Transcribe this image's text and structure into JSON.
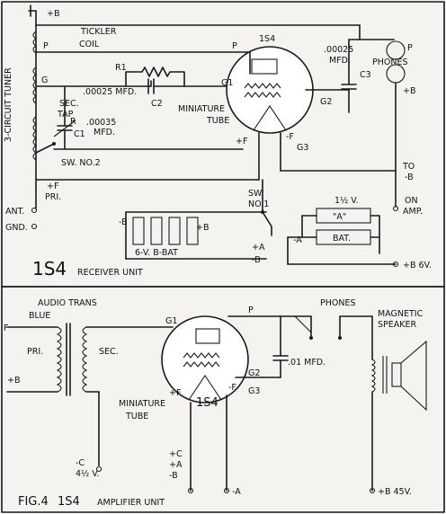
{
  "receiver": {
    "tuner_label": "3-CIRCUIT TUNER",
    "plus_b_top": "+B",
    "tickler_label": "TICKLER",
    "coil_label": "COIL",
    "p_left": "P",
    "p_tube": "P",
    "g_left": "G",
    "r1_label": "R1",
    "c2_value": ".00025 MFD.",
    "c2_label": "C2",
    "tube_type": "1S4",
    "g1_label": "G1",
    "miniature_label": "MINIATURE",
    "tube_label": "TUBE",
    "plus_f": "+F",
    "minus_f": "-F",
    "g3_label": "G3",
    "g2_label": "G2",
    "c3_value": ".00025",
    "c3_mfd": "MFD.",
    "c3_label": "C3",
    "phones_p": "P",
    "phones_label": "PHONES",
    "phones_plus_b": "+B",
    "sec_label": "SEC.",
    "tap_label": "TAP",
    "c1_value": ".00035",
    "c1_mfd": "MFD.",
    "c1_label": "C1",
    "c1_r": "R",
    "sw2_label": "SW. NO.2",
    "plus_f_pri": "+F",
    "pri_label": "PRI.",
    "ant_label": "ANT.",
    "gnd_label": "GND.",
    "to_label": "TO",
    "to_minus_b": "-B",
    "on_label": "ON",
    "amp_label": "AMP.",
    "sw1_label": "SW.",
    "sw1_no": "NO.1",
    "b_minus": "-B",
    "b_plus": "+B",
    "b_battery": "6-V. B-BAT",
    "plus_a": "+A",
    "minus_b_switch": "-B",
    "minus_a": "-A",
    "a_voltage": "1½ V.",
    "a_label": "\"A\"",
    "bat_label": "BAT.",
    "plus_b_6v": "+B 6V.",
    "title_tube": "1S4",
    "title_text": "RECEIVER UNIT"
  },
  "amplifier": {
    "audio_trans": "AUDIO TRANS",
    "blue_label": "BLUE",
    "plus_f": "F",
    "pri_label": "PRI.",
    "plus_b": "+B",
    "sec_label": "SEC.",
    "c_bias_minus": "-C",
    "c_bias_volt": "4½ V.",
    "g1_label": "G1",
    "p_label": "P",
    "g2_label": "G2",
    "miniature_label": "MINIATURE",
    "tube_label": "TUBE",
    "plus_f_tube": "+F",
    "minus_f": "-F",
    "g3_label": "G3",
    "tube_type": "1S4",
    "coupling_cap": ".01 MFD.",
    "phones_label": "PHONES",
    "magnetic_label": "MAGNETIC",
    "speaker_label": "SPEAKER",
    "plus_b_45v": "+B 45V.",
    "plus_c": "+C",
    "plus_a": "+A",
    "minus_b": "-B",
    "minus_a": "-A",
    "fig_label": "FIG.4",
    "title_tube": "1S4",
    "title_text": "AMPLIFIER UNIT"
  }
}
